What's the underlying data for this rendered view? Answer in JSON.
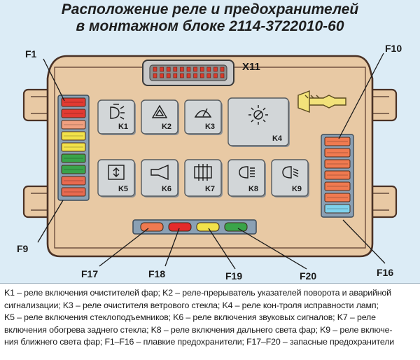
{
  "title": {
    "line1": "Расположение реле и предохранителей",
    "line2": "в монтажном блоке 2114-3722010-60"
  },
  "connector": {
    "label": "X11"
  },
  "fuse_labels": {
    "f1": "F1",
    "f9": "F9",
    "f10": "F10",
    "f16": "F16",
    "f17": "F17",
    "f18": "F18",
    "f19": "F19",
    "f20": "F20"
  },
  "left_fuse_colors": [
    "#e23a32",
    "#e23a32",
    "#f0a080",
    "#f2e24a",
    "#f2e24a",
    "#3aa44a",
    "#3aa44a",
    "#e86a50",
    "#e86a50"
  ],
  "right_fuse_colors": [
    "#f07a50",
    "#f07a50",
    "#f07a50",
    "#f07a50",
    "#f07a50",
    "#f07a50",
    "#7fd2ec"
  ],
  "spare_fuse_colors": [
    "#f07a50",
    "#e42b2b",
    "#f2e24a",
    "#3aa44a"
  ],
  "relays": [
    {
      "id": "K1",
      "icon": "headlamp-washer-icon"
    },
    {
      "id": "K2",
      "icon": "hazard-triangle-icon"
    },
    {
      "id": "K3",
      "icon": "windshield-wiper-icon"
    },
    {
      "id": "K4",
      "icon": "lamp-check-icon"
    },
    {
      "id": "K5",
      "icon": "power-window-icon"
    },
    {
      "id": "K6",
      "icon": "horn-icon"
    },
    {
      "id": "K7",
      "icon": "rear-defrost-icon"
    },
    {
      "id": "K8",
      "icon": "high-beam-icon"
    },
    {
      "id": "K9",
      "icon": "low-beam-icon"
    }
  ],
  "legend": {
    "line1": "K1 – реле включения очистителей фар; K2 – реле-прерыватель указателей поворота и аварийной",
    "line2": "сигнализации; K3 – реле очистителя ветрового стекла; K4 – реле кон-троля исправности ламп;",
    "line3": "K5 – реле включения стеклоподъемников; K6 – реле включения звуковых сигналов; K7 – реле",
    "line4": "включения обогрева заднего стекла; K8 – реле включения дальнего света фар; K9 – реле включе-",
    "line5": "ния ближнего света фар; F1–F16 – плавкие предохранители; F17–F20 – запасные предохранители"
  },
  "colors": {
    "block_body": "#e8c9a4",
    "block_border": "#4a3226",
    "background": "#dcecf6",
    "relay_face": "#d2d6d8"
  }
}
